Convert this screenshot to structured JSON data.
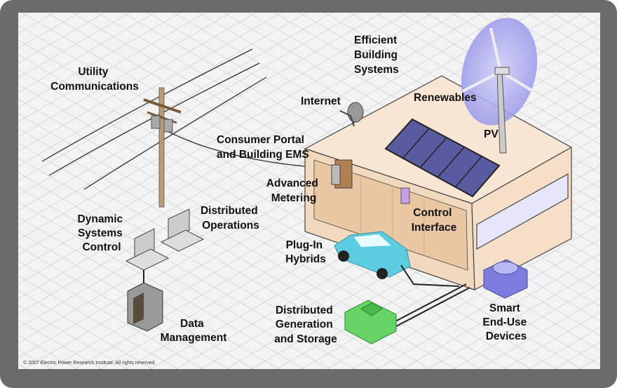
{
  "labels": {
    "utility": [
      "Utility",
      "Communications"
    ],
    "building_systems": [
      "Efficient",
      "Building",
      "Systems"
    ],
    "internet": "Internet",
    "renewables": "Renewables",
    "pv": "PV",
    "portal": [
      "Consumer Portal",
      "and Building EMS"
    ],
    "metering": [
      "Advanced",
      "Metering"
    ],
    "control_interface": [
      "Control",
      "Interface"
    ],
    "dynamic": [
      "Dynamic",
      "Systems",
      "Control"
    ],
    "dist_ops": [
      "Distributed",
      "Operations"
    ],
    "hybrids": [
      "Plug-In",
      "Hybrids"
    ],
    "dist_gen": [
      "Distributed",
      "Generation",
      "and Storage"
    ],
    "smart": [
      "Smart",
      "End-Use",
      "Devices"
    ],
    "data_mgmt": [
      "Data",
      "Management"
    ]
  },
  "copyright": "© 2007 Electric Power Research Institute. All rights reserved.",
  "colors": {
    "frame": "#6b6b6b",
    "background": "#f3f3f3",
    "building": "#f1d9bd",
    "solar": "#5a5aa0",
    "car": "#5ccde0",
    "generator": "#66d466",
    "device": "#7d7de0"
  }
}
